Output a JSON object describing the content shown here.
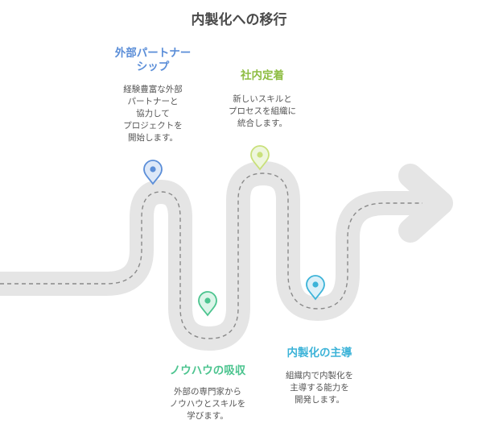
{
  "title": "内製化への移行",
  "colors": {
    "road": "#e5e5e5",
    "dash": "#8a8a8a",
    "blue": "#5b8ed8",
    "green": "#8ebd43",
    "teal": "#4cc48f",
    "cyan": "#3cb3d8",
    "text": "#555555",
    "title": "#4a4a4a"
  },
  "steps": [
    {
      "title_lines": [
        "外部パートナー",
        "シップ"
      ],
      "desc_lines": [
        "経験豊富な外部",
        "パートナーと",
        "協力して",
        "プロジェクトを",
        "開始します。"
      ],
      "color": "#5b8ed8",
      "pin_icon": "map-pin-icon"
    },
    {
      "title_lines": [
        "ノウハウの吸収"
      ],
      "desc_lines": [
        "外部の専門家から",
        "ノウハウとスキルを",
        "学びます。"
      ],
      "color": "#4cc48f",
      "pin_icon": "map-pin-icon"
    },
    {
      "title_lines": [
        "社内定着"
      ],
      "desc_lines": [
        "新しいスキルと",
        "プロセスを組織に",
        "統合します。"
      ],
      "color": "#8ebd43",
      "pin_icon": "map-pin-icon"
    },
    {
      "title_lines": [
        "内製化の主導"
      ],
      "desc_lines": [
        "組織内で内製化を",
        "主導する能力を",
        "開発します。"
      ],
      "color": "#3cb3d8",
      "pin_icon": "map-pin-icon"
    }
  ]
}
